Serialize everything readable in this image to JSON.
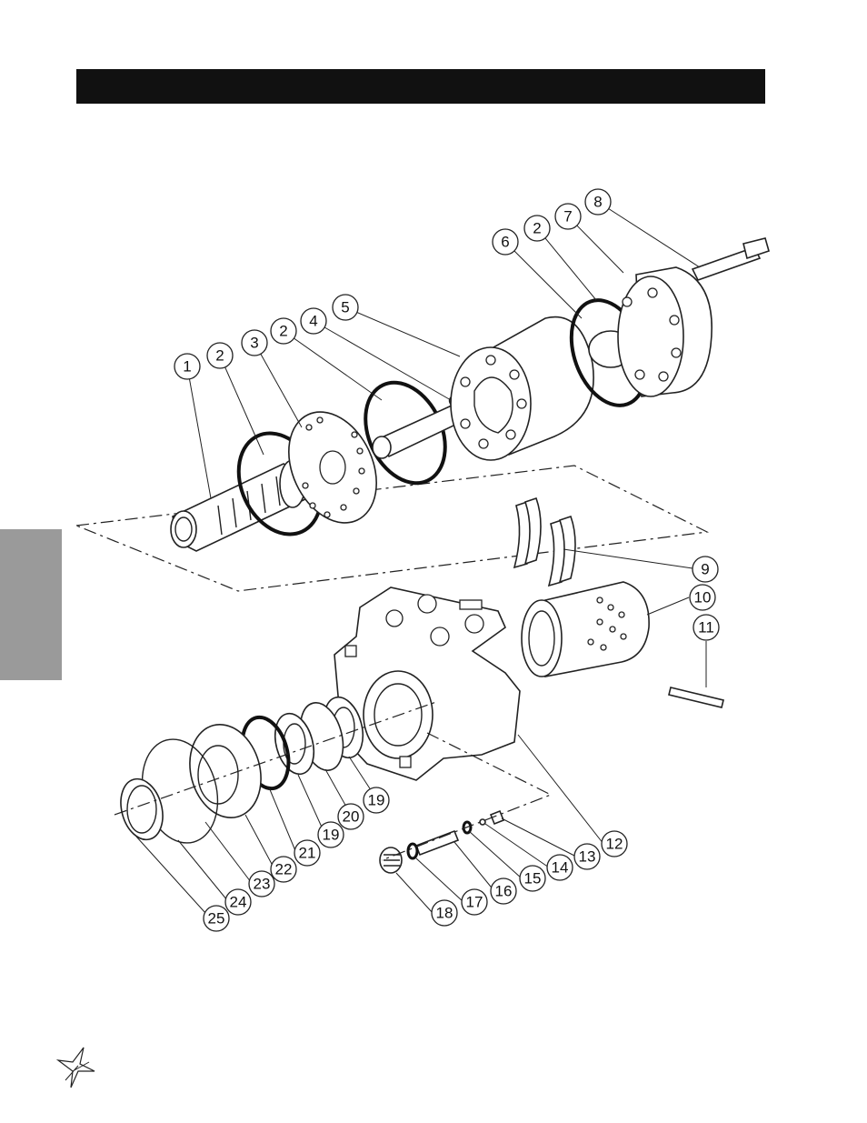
{
  "callouts": [
    {
      "id": "c1",
      "label": "1"
    },
    {
      "id": "c2a",
      "label": "2"
    },
    {
      "id": "c3",
      "label": "3"
    },
    {
      "id": "c2b",
      "label": "2"
    },
    {
      "id": "c4",
      "label": "4"
    },
    {
      "id": "c5",
      "label": "5"
    },
    {
      "id": "c6",
      "label": "6"
    },
    {
      "id": "c2c",
      "label": "2"
    },
    {
      "id": "c7",
      "label": "7"
    },
    {
      "id": "c8",
      "label": "8"
    },
    {
      "id": "c9",
      "label": "9"
    },
    {
      "id": "c10",
      "label": "10"
    },
    {
      "id": "c11",
      "label": "11"
    },
    {
      "id": "c12",
      "label": "12"
    },
    {
      "id": "c13",
      "label": "13"
    },
    {
      "id": "c14",
      "label": "14"
    },
    {
      "id": "c15",
      "label": "15"
    },
    {
      "id": "c16",
      "label": "16"
    },
    {
      "id": "c17",
      "label": "17"
    },
    {
      "id": "c18",
      "label": "18"
    },
    {
      "id": "c19a",
      "label": "19"
    },
    {
      "id": "c20",
      "label": "20"
    },
    {
      "id": "c19b",
      "label": "19"
    },
    {
      "id": "c21",
      "label": "21"
    },
    {
      "id": "c22",
      "label": "22"
    },
    {
      "id": "c23",
      "label": "23"
    },
    {
      "id": "c24",
      "label": "24"
    },
    {
      "id": "c25",
      "label": "25"
    }
  ]
}
